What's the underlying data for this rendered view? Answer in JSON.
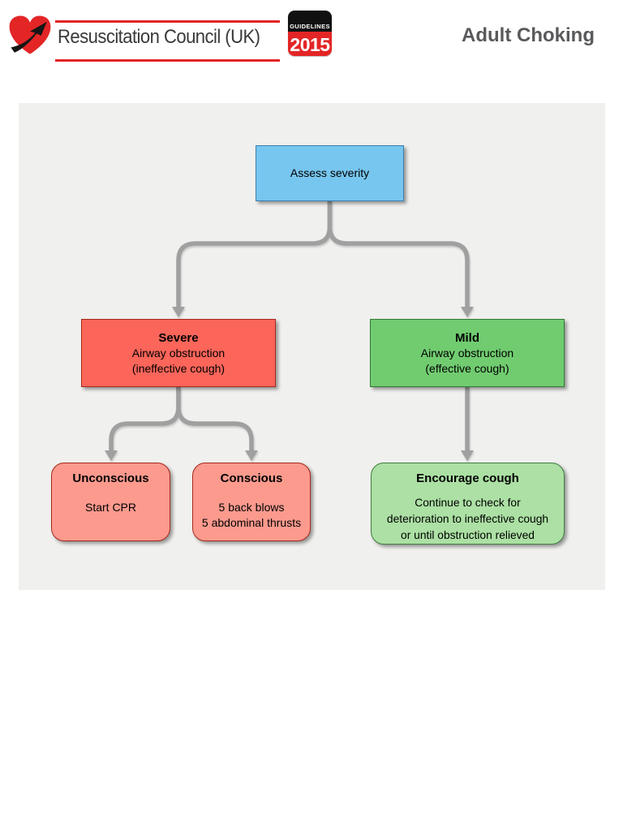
{
  "header": {
    "logo_text": "Resuscitation Council (UK)",
    "badge": {
      "top": "GUIDELINES",
      "year": "2015"
    },
    "page_title": "Adult Choking"
  },
  "flowchart": {
    "assess": {
      "label": "Assess severity"
    },
    "severe": {
      "title": "Severe",
      "lines": [
        "Airway obstruction",
        "(ineffective cough)"
      ]
    },
    "mild": {
      "title": "Mild",
      "lines": [
        "Airway obstruction",
        "(effective cough)"
      ]
    },
    "unconscious": {
      "title": "Unconscious",
      "lines": [
        "Start CPR"
      ]
    },
    "conscious": {
      "title": "Conscious",
      "lines": [
        "5 back blows",
        "5 abdominal thrusts"
      ]
    },
    "encourage_cough": {
      "title": "Encourage cough",
      "lines": [
        "Continue to check for",
        "deterioration to ineffective cough",
        "or until obstruction relieved"
      ]
    }
  },
  "colors": {
    "brand_red": "#e32526",
    "title_gray": "#58595b",
    "panel_bg": "#f0f0ee",
    "assess_fill": "#77c6ef",
    "assess_border": "#3c7fb1",
    "severe_fill": "#fb655a",
    "severe_border": "#a5281b",
    "mild_fill": "#71cc70",
    "mild_border": "#2f7a32",
    "outcome_red_fill": "#fc9a8e",
    "outcome_green_fill": "#ace0a4",
    "outcome_green_border": "#3f7d3f",
    "connector_gray": "#a0a0a0"
  }
}
